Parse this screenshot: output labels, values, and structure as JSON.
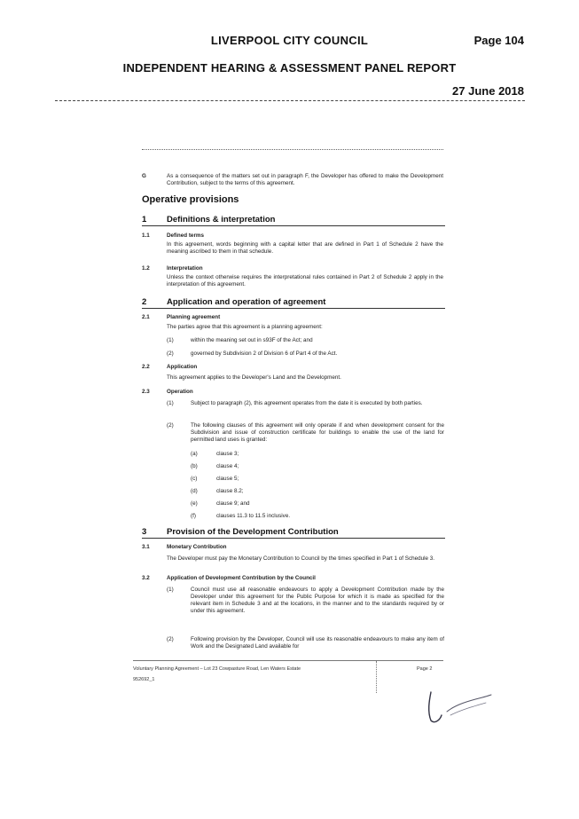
{
  "header": {
    "council": "LIVERPOOL CITY COUNCIL",
    "page": "Page 104",
    "report": "INDEPENDENT HEARING & ASSESSMENT PANEL REPORT",
    "date": "27 June 2018"
  },
  "recital_g": {
    "letter": "G",
    "text": "As a consequence of the matters set out in paragraph F, the Developer has offered to make the Development Contribution, subject to the terms of this agreement."
  },
  "operative_heading": "Operative provisions",
  "section1": {
    "num": "1",
    "title": "Definitions & interpretation",
    "s1_1": {
      "num": "1.1",
      "title": "Defined terms",
      "text": "In this agreement, words beginning with a capital letter that are defined in Part 1 of Schedule 2 have the meaning ascribed to them in that schedule."
    },
    "s1_2": {
      "num": "1.2",
      "title": "Interpretation",
      "text": "Unless the context otherwise requires the interpretational rules contained in Part 2 of Schedule 2 apply in the interpretation of this agreement."
    }
  },
  "section2": {
    "num": "2",
    "title": "Application and operation of agreement",
    "s2_1": {
      "num": "2.1",
      "title": "Planning agreement",
      "text": "The parties agree that this agreement is a planning agreement:",
      "items": [
        {
          "num": "(1)",
          "text": "within the meaning set out in s93F of the Act; and"
        },
        {
          "num": "(2)",
          "text": "governed by Subdivision 2 of Division 6 of Part 4 of the Act."
        }
      ]
    },
    "s2_2": {
      "num": "2.2",
      "title": "Application",
      "text": "This agreement applies to the Developer's Land and the Development."
    },
    "s2_3": {
      "num": "2.3",
      "title": "Operation",
      "item1": {
        "num": "(1)",
        "text": "Subject to paragraph (2), this agreement operates from the date it is executed by both parties."
      },
      "item2": {
        "num": "(2)",
        "text": "The following clauses of this agreement will only operate if and when development consent for the Subdivision and issue of construction certificate for buildings to enable the use of the land for permitted land uses is granted:"
      },
      "clauses": [
        {
          "num": "(a)",
          "text": "clause 3;"
        },
        {
          "num": "(b)",
          "text": "clause 4;"
        },
        {
          "num": "(c)",
          "text": "clause 5;"
        },
        {
          "num": "(d)",
          "text": "clause 8.2;"
        },
        {
          "num": "(e)",
          "text": "clause 9; and"
        },
        {
          "num": "(f)",
          "text": "clauses 11.3 to 11.5 inclusive."
        }
      ]
    }
  },
  "section3": {
    "num": "3",
    "title": "Provision of the Development Contribution",
    "s3_1": {
      "num": "3.1",
      "title": "Monetary Contribution",
      "text": "The Developer must pay the Monetary Contribution to Council by the times specified in Part 1 of Schedule 3."
    },
    "s3_2": {
      "num": "3.2",
      "title": "Application of Development Contribution by the Council",
      "item1": {
        "num": "(1)",
        "text": "Council must use all reasonable endeavours to apply a Development Contribution made by the Developer under this agreement for the Public Purpose for which it is made as specified for the relevant item in Schedule 3 and at the locations, in the manner and to the standards required by or under this agreement."
      },
      "item2": {
        "num": "(2)",
        "text": "Following provision by the Developer, Council will use its reasonable endeavours to make any item of Work and the Designated Land available for"
      }
    }
  },
  "footer": {
    "doc_title": "Voluntary Planning Agreement – Lot 23 Cowpasture Road, Len Waters Estate",
    "doc_ref": "952692_1",
    "page": "Page 2"
  }
}
